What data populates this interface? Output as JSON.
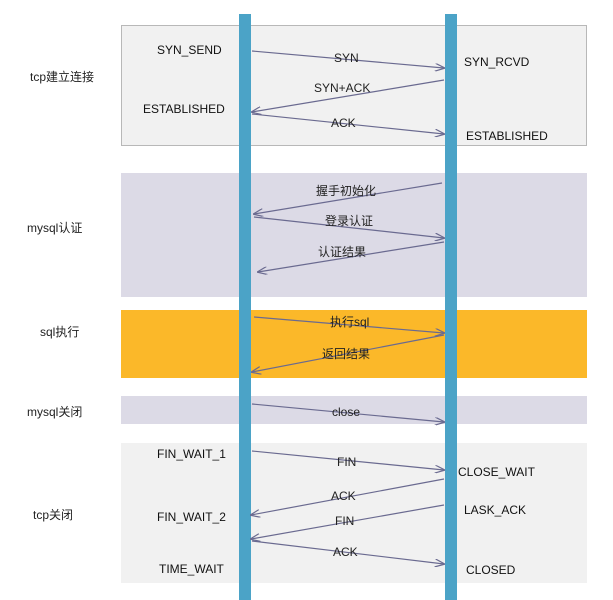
{
  "sections": [
    {
      "key": "tcp_connect",
      "label": "tcp建立连接",
      "color": "#f1f1f1",
      "border": "#b8b8b8"
    },
    {
      "key": "mysql_auth",
      "label": "mysql认证",
      "color": "#dcdae6",
      "border": "none"
    },
    {
      "key": "sql_exec",
      "label": "sql执行",
      "color": "#fbb829",
      "border": "none"
    },
    {
      "key": "mysql_close",
      "label": "mysql关闭",
      "color": "#dcdae6",
      "border": "none"
    },
    {
      "key": "tcp_close",
      "label": "tcp关闭",
      "color": "#f1f1f1",
      "border": "none"
    }
  ],
  "states": {
    "syn_send": "SYN_SEND",
    "syn_rcvd": "SYN_RCVD",
    "established_client": "ESTABLISHED",
    "established_server": "ESTABLISHED",
    "fin_wait_1": "FIN_WAIT_1",
    "close_wait": "CLOSE_WAIT",
    "fin_wait_2": "FIN_WAIT_2",
    "lask_ack": "LASK_ACK",
    "time_wait": "TIME_WAIT",
    "closed": "CLOSED"
  },
  "messages": {
    "syn": "SYN",
    "syn_ack": "SYN+ACK",
    "ack": "ACK",
    "handshake_init": "握手初始化",
    "login_auth": "登录认证",
    "auth_result": "认证结果",
    "exec_sql": "执行sql",
    "return_result": "返回结果",
    "close": "close",
    "fin_1": "FIN",
    "ack_2": "ACK",
    "fin_2": "FIN",
    "ack_3": "ACK"
  },
  "colors": {
    "timeline": "#4ba3c7",
    "arrow": "#6a6a90"
  }
}
